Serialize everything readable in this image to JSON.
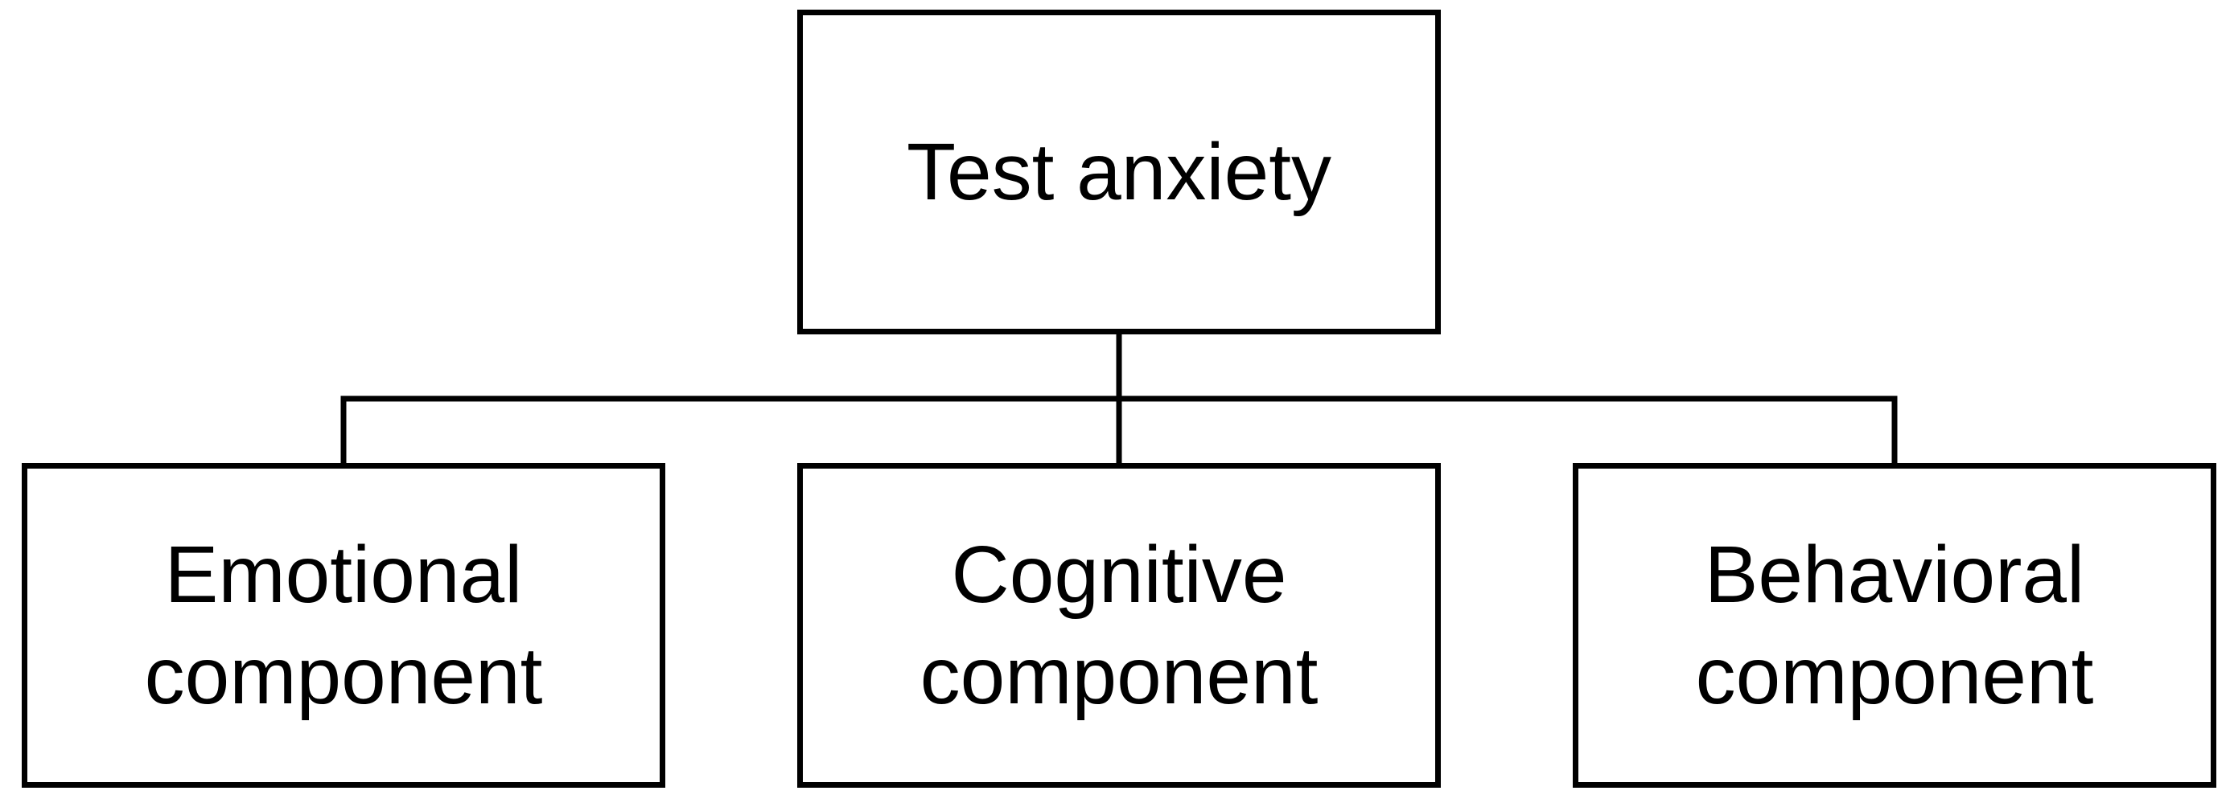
{
  "diagram": {
    "root": {
      "label": "Test anxiety"
    },
    "children": [
      {
        "label": "Emotional\ncomponent"
      },
      {
        "label": "Cognitive\ncomponent"
      },
      {
        "label": "Behavioral\ncomponent"
      }
    ]
  },
  "colors": {
    "stroke": "#000000",
    "fill": "#ffffff",
    "text": "#000000"
  }
}
